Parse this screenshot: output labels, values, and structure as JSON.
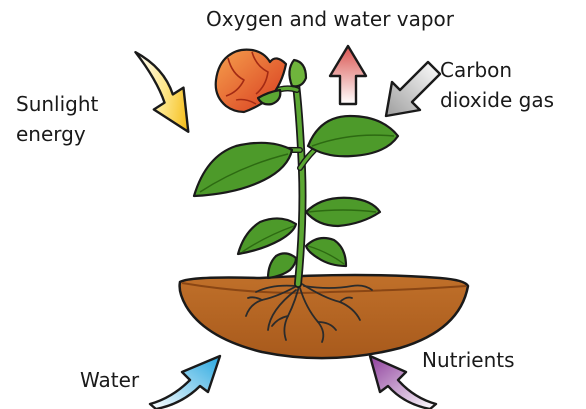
{
  "labels": {
    "oxygen": "Oxygen and water vapor",
    "carbon_line1": "Carbon",
    "carbon_line2": "dioxide gas",
    "sunlight_line1": "Sunlight",
    "sunlight_line2": "energy",
    "water": "Water",
    "nutrients": "Nutrients"
  },
  "colors": {
    "sunlight_arrow": "#f4c430",
    "oxygen_arrow": "#d9534f",
    "carbon_arrow": "#bdbdbd",
    "water_arrow": "#3fb6e8",
    "nutrients_arrow": "#9b4fa8",
    "soil": "#b5651d",
    "leaf": "#4d9a2a",
    "flower": "#e0522a"
  }
}
